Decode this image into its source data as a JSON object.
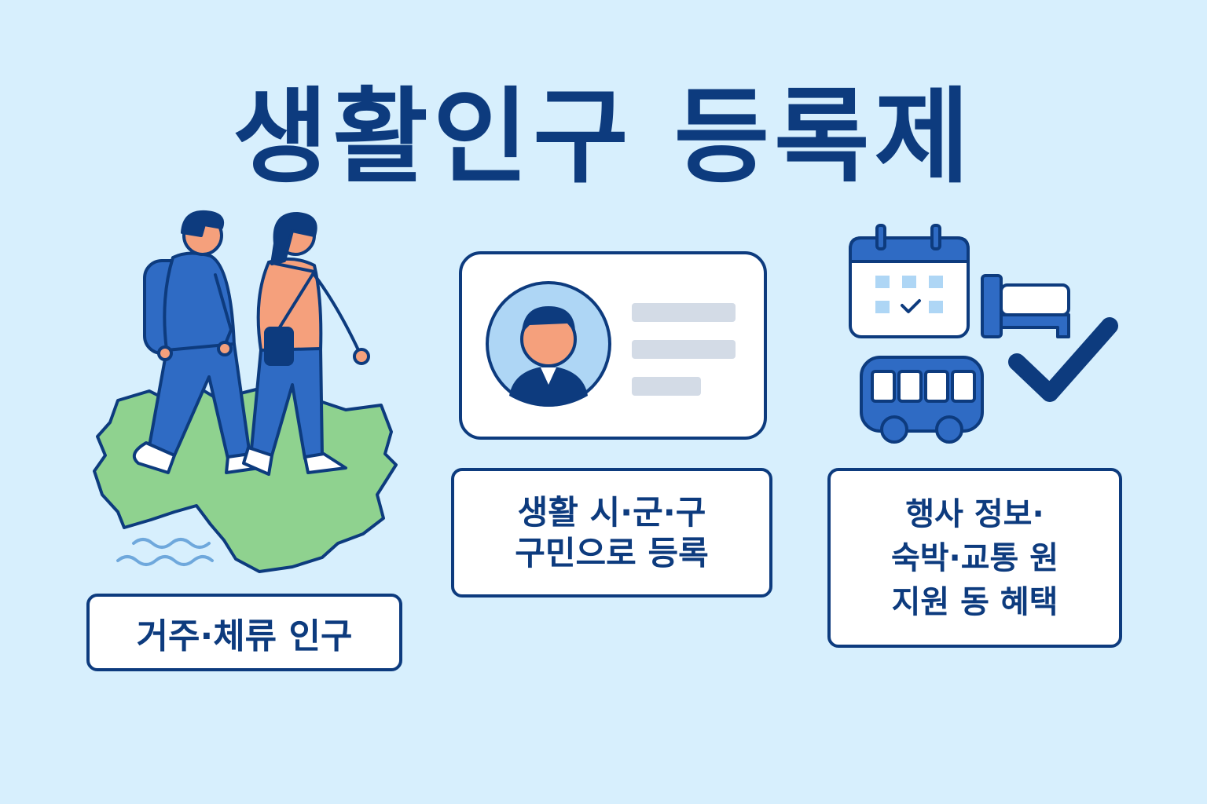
{
  "title": "생활인구 등록제",
  "panels": [
    {
      "id": "residence",
      "lines": [
        "거주·체류 인구"
      ]
    },
    {
      "id": "registration",
      "lines": [
        "생활 시·군·구",
        "구민으로 등록"
      ]
    },
    {
      "id": "benefits",
      "lines": [
        "행사 정보·",
        "숙박·교통 원",
        "지원 동 혜택"
      ]
    }
  ],
  "icons": [
    "walking-people-icon",
    "map-icon",
    "water-waves-icon",
    "id-card-icon",
    "person-avatar-icon",
    "calendar-icon",
    "bed-icon",
    "bus-icon",
    "checkmark-icon"
  ],
  "colors": {
    "background": "#d7effd",
    "navy": "#0d3b7e",
    "blue": "#2f6bc4",
    "green": "#8fd28f",
    "skin": "#f5a07c",
    "light_blue": "#aed6f5",
    "gray": "#d3dbe6"
  }
}
